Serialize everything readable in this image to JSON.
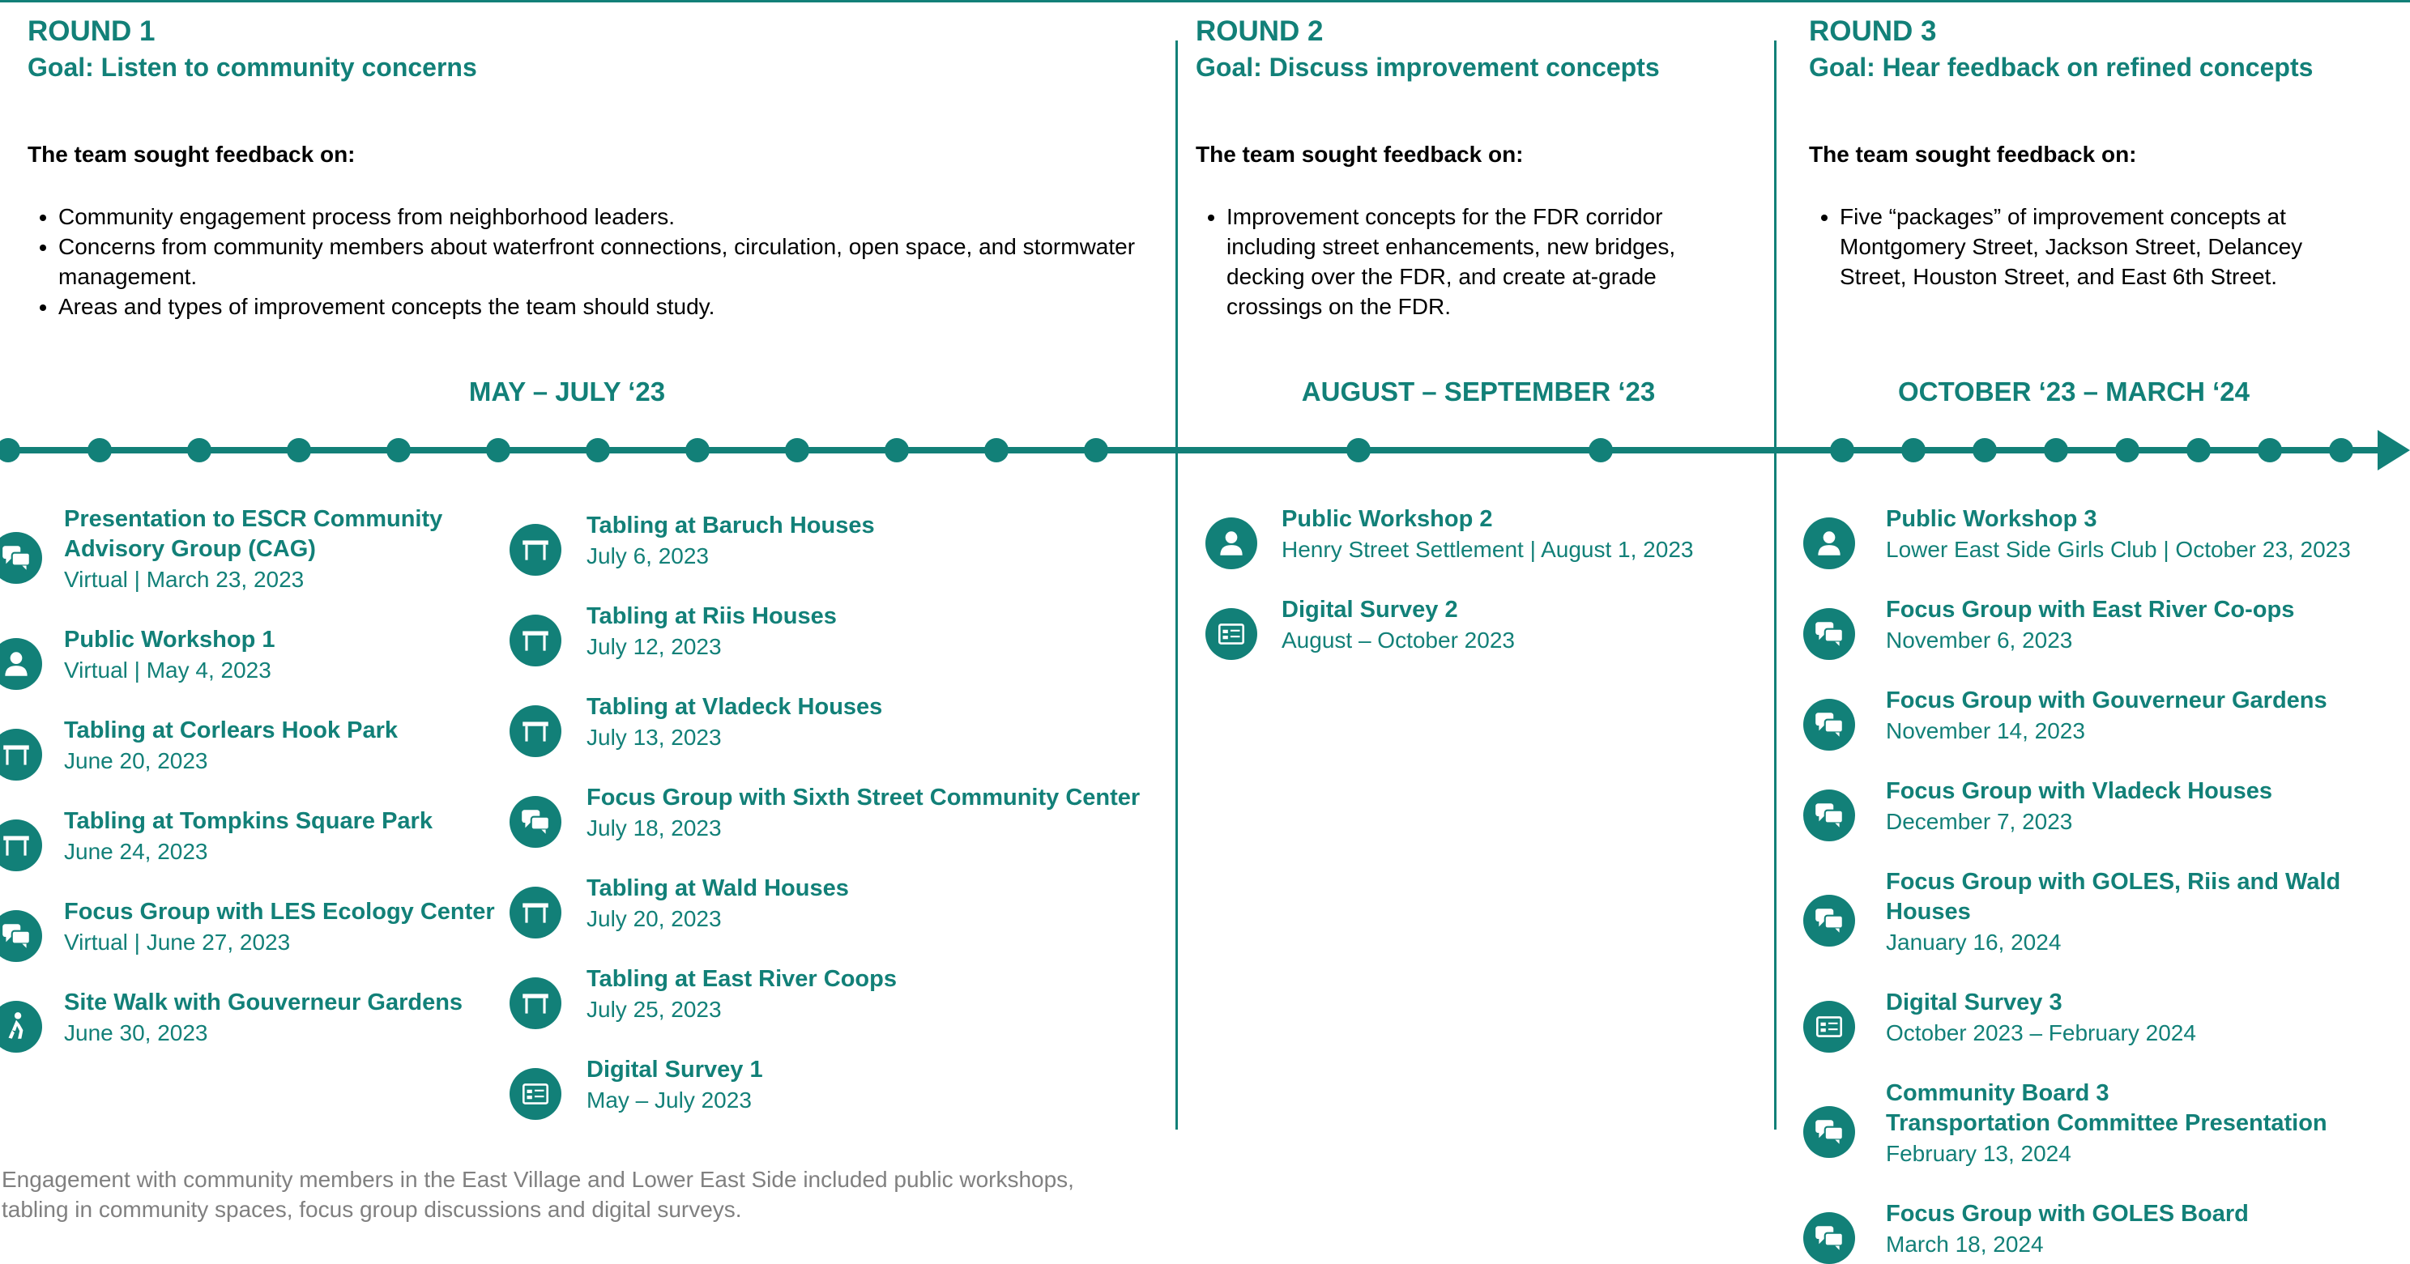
{
  "rounds": [
    {
      "round": "ROUND 1",
      "goal": "Goal: Listen to community concerns",
      "sought": "The team sought feedback on:",
      "bullets": [
        "Community engagement process from neighborhood leaders.",
        "Concerns from community members about waterfront connections, circulation, open space, and stormwater management.",
        "Areas and types of improvement concepts the team should study."
      ],
      "period": "MAY – JULY ‘23"
    },
    {
      "round": "ROUND 2",
      "goal": "Goal: Discuss improvement concepts",
      "sought": "The team sought feedback on:",
      "bullets": [
        "Improvement concepts for the FDR corridor including street enhancements, new bridges, decking over the FDR, and create at-grade crossings on the FDR."
      ],
      "period": "AUGUST – SEPTEMBER ‘23"
    },
    {
      "round": "ROUND 3",
      "goal": "Goal: Hear feedback on refined concepts",
      "sought": "The team sought feedback on:",
      "bullets": [
        "Five “packages” of improvement concepts at Montgomery Street, Jackson Street, Delancey Street, Houston Street, and East 6th Street."
      ],
      "period": "OCTOBER ‘23 – MARCH ‘24"
    }
  ],
  "events": {
    "r1_col1": [
      {
        "icon": "chat-icon",
        "title": "Presentation to ESCR Community",
        "title2": "Advisory Group (CAG)",
        "sub": "Virtual | March 23, 2023"
      },
      {
        "icon": "person-icon",
        "title": "Public Workshop 1",
        "sub": "Virtual | May 4, 2023"
      },
      {
        "icon": "table-icon",
        "title": "Tabling at Corlears Hook Park",
        "sub": "June 20, 2023"
      },
      {
        "icon": "table-icon",
        "title": "Tabling at Tompkins Square Park",
        "sub": "June 24, 2023"
      },
      {
        "icon": "chat-icon",
        "title": "Focus Group with LES Ecology Center",
        "sub": "Virtual | June 27, 2023"
      },
      {
        "icon": "walking-icon",
        "title": "Site Walk with Gouverneur Gardens",
        "sub": "June 30, 2023"
      }
    ],
    "r1_col2": [
      {
        "icon": "table-icon",
        "title": "Tabling at Baruch Houses",
        "sub": "July 6, 2023"
      },
      {
        "icon": "table-icon",
        "title": "Tabling at Riis Houses",
        "sub": "July 12, 2023"
      },
      {
        "icon": "table-icon",
        "title": "Tabling at Vladeck Houses",
        "sub": "July 13, 2023"
      },
      {
        "icon": "chat-icon",
        "title": "Focus Group with Sixth Street Community Center",
        "sub": "July 18, 2023"
      },
      {
        "icon": "table-icon",
        "title": "Tabling at Wald Houses",
        "sub": "July 20, 2023"
      },
      {
        "icon": "table-icon",
        "title": "Tabling at East River Coops",
        "sub": "July 25, 2023"
      },
      {
        "icon": "survey-icon",
        "title": "Digital Survey 1",
        "sub": "May – July 2023"
      }
    ],
    "r2": [
      {
        "icon": "person-icon",
        "title": "Public Workshop 2",
        "sub": "Henry Street Settlement | August 1, 2023"
      },
      {
        "icon": "survey-icon",
        "title": "Digital Survey 2",
        "sub": "August – October 2023"
      }
    ],
    "r3": [
      {
        "icon": "person-icon",
        "title": "Public Workshop 3",
        "sub": "Lower East Side Girls Club | October 23, 2023"
      },
      {
        "icon": "chat-icon",
        "title": "Focus Group with East River Co-ops",
        "sub": "November 6, 2023"
      },
      {
        "icon": "chat-icon",
        "title": "Focus Group with Gouverneur Gardens",
        "sub": "November 14, 2023"
      },
      {
        "icon": "chat-icon",
        "title": "Focus Group with Vladeck Houses",
        "sub": "December 7, 2023"
      },
      {
        "icon": "chat-icon",
        "title": "Focus Group with GOLES, Riis and Wald",
        "title2": "Houses",
        "sub": "January 16, 2024"
      },
      {
        "icon": "survey-icon",
        "title": "Digital Survey 3",
        "sub": "October 2023 – February 2024"
      },
      {
        "icon": "chat-icon",
        "title": "Community Board 3",
        "title2": "Transportation Committee Presentation",
        "sub": "February 13, 2024"
      },
      {
        "icon": "chat-icon",
        "title": "Focus Group with GOLES Board",
        "sub": "March 18, 2024"
      }
    ]
  },
  "footnote": "Engagement with community members in the East Village and Lower East Side included public workshops, tabling in community spaces, focus group discussions and digital surveys.",
  "colors": {
    "teal": "#128078",
    "note_gray": "#808080"
  }
}
